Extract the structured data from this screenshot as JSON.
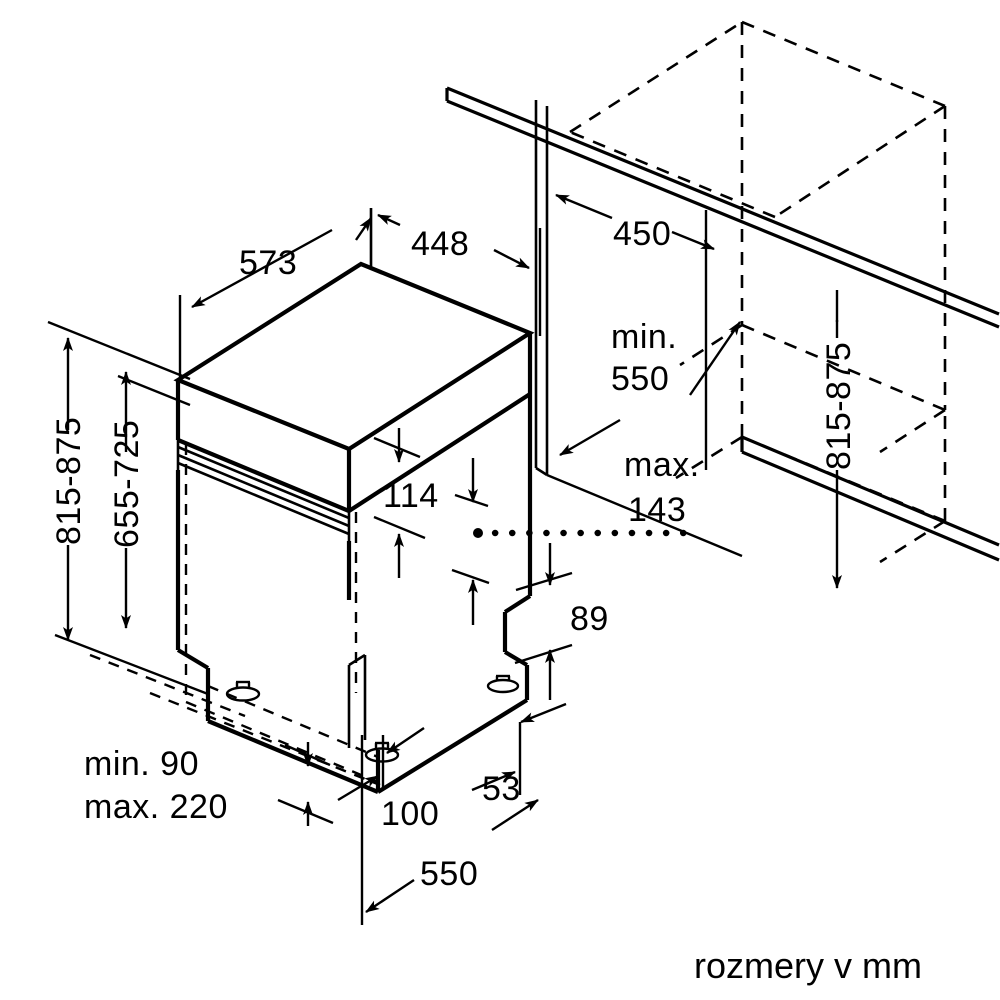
{
  "drawing": {
    "title": "Installation dimension drawing - slimline built-in dishwasher",
    "caption": "rozmery v mm",
    "unit": "mm",
    "line_color": "#000000",
    "background_color": "#ffffff"
  },
  "dimensions": {
    "depth_top": "573",
    "width_top": "448",
    "niche_depth": "450",
    "niche_depth_min": "min.\n550",
    "niche_depth_min_line1": "min.",
    "niche_depth_min_line2": "550",
    "worktop_height_left": "815-875",
    "door_height_left": "655-725",
    "worktop_height_right": "815-875",
    "panel_gap_top": "114",
    "max_front_overhang_line1": "max.",
    "max_front_overhang_line2": "143",
    "plinth_recess": "89",
    "plinth_height": "53",
    "foot_height": "100",
    "base_depth": "550",
    "plinth_range_line1": "min. 90",
    "plinth_range_line2": "max. 220"
  },
  "labels": [
    {
      "id": "dim-573",
      "text": "573",
      "value": 573
    },
    {
      "id": "dim-448",
      "text": "448",
      "value": 448
    },
    {
      "id": "dim-450",
      "text": "450",
      "value": 450
    },
    {
      "id": "dim-min-550",
      "text": "min. 550",
      "value": 550
    },
    {
      "id": "dim-815-875-left",
      "text": "815-875",
      "min": 815,
      "max": 875
    },
    {
      "id": "dim-655-725",
      "text": "655-725",
      "min": 655,
      "max": 725
    },
    {
      "id": "dim-815-875-right",
      "text": "815-875",
      "min": 815,
      "max": 875
    },
    {
      "id": "dim-114",
      "text": "114",
      "value": 114
    },
    {
      "id": "dim-max-143",
      "text": "max. 143",
      "value": 143
    },
    {
      "id": "dim-89",
      "text": "89",
      "value": 89
    },
    {
      "id": "dim-53",
      "text": "53",
      "value": 53
    },
    {
      "id": "dim-100",
      "text": "100",
      "value": 100
    },
    {
      "id": "dim-550",
      "text": "550",
      "value": 550
    },
    {
      "id": "dim-min-90",
      "text": "min. 90",
      "value": 90
    },
    {
      "id": "dim-max-220",
      "text": "max. 220",
      "value": 220
    }
  ]
}
